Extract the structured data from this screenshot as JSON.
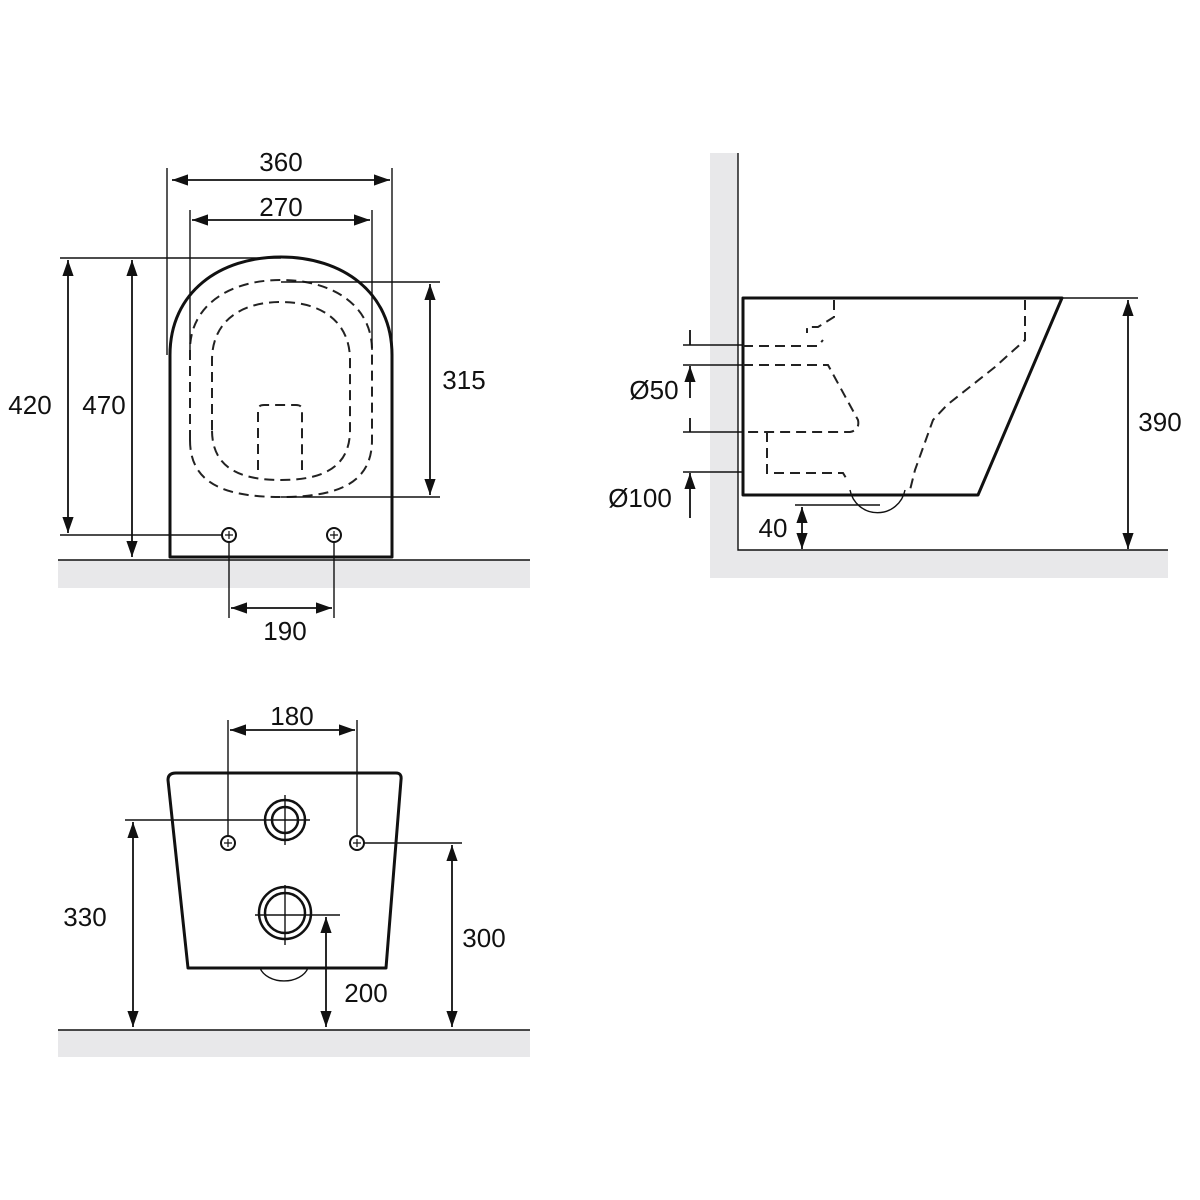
{
  "front_view": {
    "width_outer": "360",
    "width_inner": "270",
    "height_fixing": "420",
    "height_total": "470",
    "seat_length": "315",
    "fixing_spacing": "190"
  },
  "side_view": {
    "inlet_diameter": "Ø50",
    "outlet_diameter": "Ø100",
    "height": "390",
    "bottom_clearance": "40"
  },
  "rear_view": {
    "fixing_spacing": "180",
    "inlet_height": "330",
    "fixing_height": "300",
    "outlet_height": "200"
  },
  "colors": {
    "line": "#111111",
    "floor": "#e8e8ea"
  }
}
